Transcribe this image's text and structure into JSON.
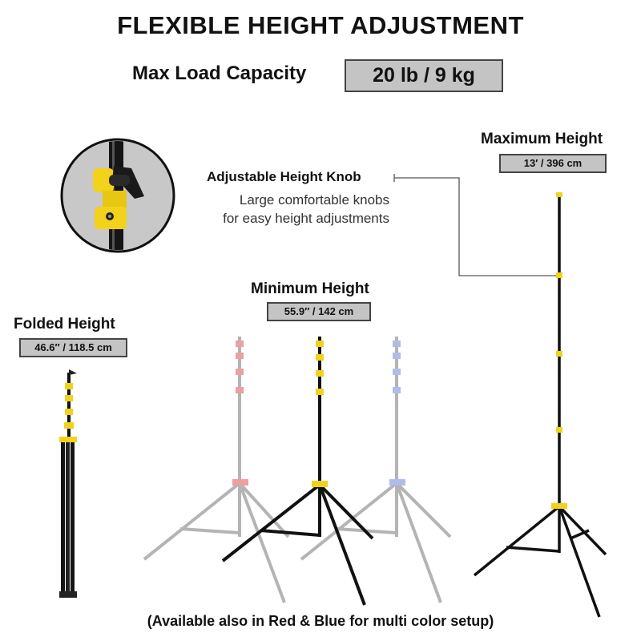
{
  "title": "FLEXIBLE HEIGHT ADJUSTMENT",
  "load": {
    "label": "Max Load Capacity",
    "value": "20 lb / 9 kg"
  },
  "knob": {
    "title": "Adjustable Height Knob",
    "description_line1": "Large comfortable knobs",
    "description_line2": "for easy height adjustments",
    "icon": "knob-closeup-icon"
  },
  "heights": {
    "maximum": {
      "label": "Maximum Height",
      "value": "13′ / 396 cm"
    },
    "minimum": {
      "label": "Minimum Height",
      "value": "55.9″ / 142 cm"
    },
    "folded": {
      "label": "Folded Height",
      "value": "46.6″ / 118.5 cm"
    }
  },
  "stands": [
    {
      "name": "red-stand",
      "accent": "#d9535b"
    },
    {
      "name": "yellow-stand",
      "accent": "#f2d21b"
    },
    {
      "name": "blue-stand",
      "accent": "#6f86d9"
    }
  ],
  "colors": {
    "box_bg": "#c4c4c4",
    "box_border": "#444444",
    "accent": "#f2d21b",
    "pole": "#111111",
    "ghost_pole": "#8a8a8a"
  },
  "footer": "(Available also in Red & Blue for multi color setup)"
}
